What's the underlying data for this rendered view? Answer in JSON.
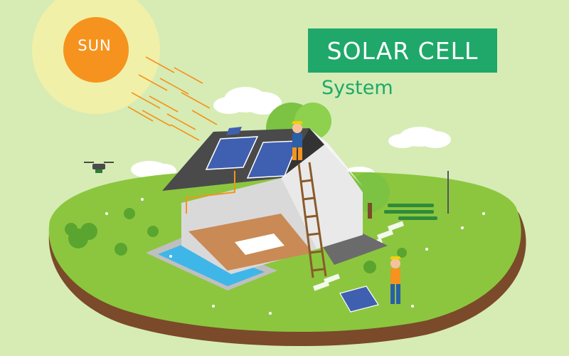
{
  "sun": {
    "label": "SUN"
  },
  "title": {
    "main": "SOLAR CELL",
    "sub": "System"
  },
  "palette": {
    "background": "#d6ecb4",
    "title_box": "#1fa86a",
    "sun_core": "#f5931e",
    "sun_glow": "#f4f1a6",
    "grass": "#8cc63f",
    "soil": "#7a4a2a",
    "roof": "#4a4a4a",
    "panel": "#3f5fb0",
    "pool": "#3fb6e8"
  },
  "icons": [
    "sun-icon",
    "drone-icon",
    "solar-panel-icon",
    "worker-icon",
    "ladder-icon",
    "tree-icon",
    "cloud-icon",
    "pool-icon"
  ]
}
